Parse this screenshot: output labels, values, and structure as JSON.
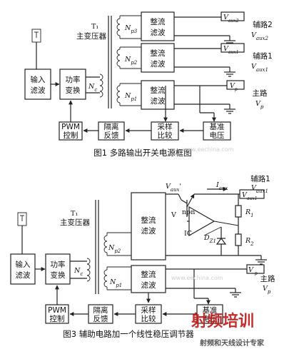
{
  "figure1": {
    "transformer_label": "T₁",
    "transformer_sub": "主变压器",
    "input_filter": [
      "输入",
      "滤波"
    ],
    "power_conv": [
      "功率",
      "变换"
    ],
    "pwm": [
      "PWM",
      "控制"
    ],
    "isolation": [
      "隔离",
      "反馈"
    ],
    "sampling": [
      "采样",
      "比较"
    ],
    "reference": [
      "基准",
      "电压"
    ],
    "rectifier": [
      "整流",
      "滤波"
    ],
    "nc": "N",
    "nc_sub": "c",
    "np3": "N",
    "np3_sub": "p3",
    "np2": "N",
    "np2_sub": "p2",
    "np1": "N",
    "np1_sub": "p1",
    "out2_box": "V",
    "out2_box_sub": "aux2",
    "out1_box": "V",
    "out1_box_sub": "aux1",
    "outp_box": "V",
    "outp_box_sub": "p",
    "aux2_label": "辅路2",
    "aux2_v": "V",
    "aux2_v_sub": "aux2",
    "aux1_label": "辅路1",
    "aux1_v": "V",
    "aux1_v_sub": "aux1",
    "main_label": "主路",
    "main_v": "V",
    "main_v_sub": "p",
    "caption": "图1 多路输出开关电源框图"
  },
  "figure3": {
    "transformer_label": "T₁",
    "transformer_sub": "主变压器",
    "input_filter": [
      "输入",
      "滤波"
    ],
    "power_conv": [
      "功率",
      "变换"
    ],
    "pwm": [
      "PWM",
      "控制"
    ],
    "isolation": [
      "隔离",
      "反馈"
    ],
    "sampling": [
      "采样",
      "比较"
    ],
    "reference": [
      "基准",
      "电压"
    ],
    "rectifier": [
      "整流",
      "滤波"
    ],
    "nc": "N",
    "nc_sub": "c",
    "np2": "N",
    "np2_sub": "p2",
    "np1": "N",
    "np1_sub": "p1",
    "vaux_prime": "V",
    "vaux_prime_sub": "aux",
    "vaux_prime_mark": "'",
    "transistor_v": "V",
    "npn": "npn",
    "ic": "IC",
    "iaux": "I",
    "iaux_sub": "aux",
    "r1": "R",
    "r1_sub": "1",
    "r2": "R",
    "r2_sub": "2",
    "dz": "D",
    "dz_sub": "Z1",
    "aux1_label": "辅路1",
    "vaux1_top": "V",
    "vaux1_top_sub": "aux1",
    "vaux1_box": "V",
    "vaux1_box_sub": "aux1",
    "outp_box": "V",
    "outp_box_sub": "-p",
    "main_label": "主路",
    "main_v": "V",
    "main_v_sub": "p",
    "caption": "图3 辅助电路加一个线性稳压调节器"
  },
  "watermarks": {
    "faint_url": "www.eechina.com",
    "logo_text": "射频培训",
    "logo_sub": "射频和天线设计专家"
  },
  "colors": {
    "line": "#222222",
    "watermark": "#c01818"
  }
}
